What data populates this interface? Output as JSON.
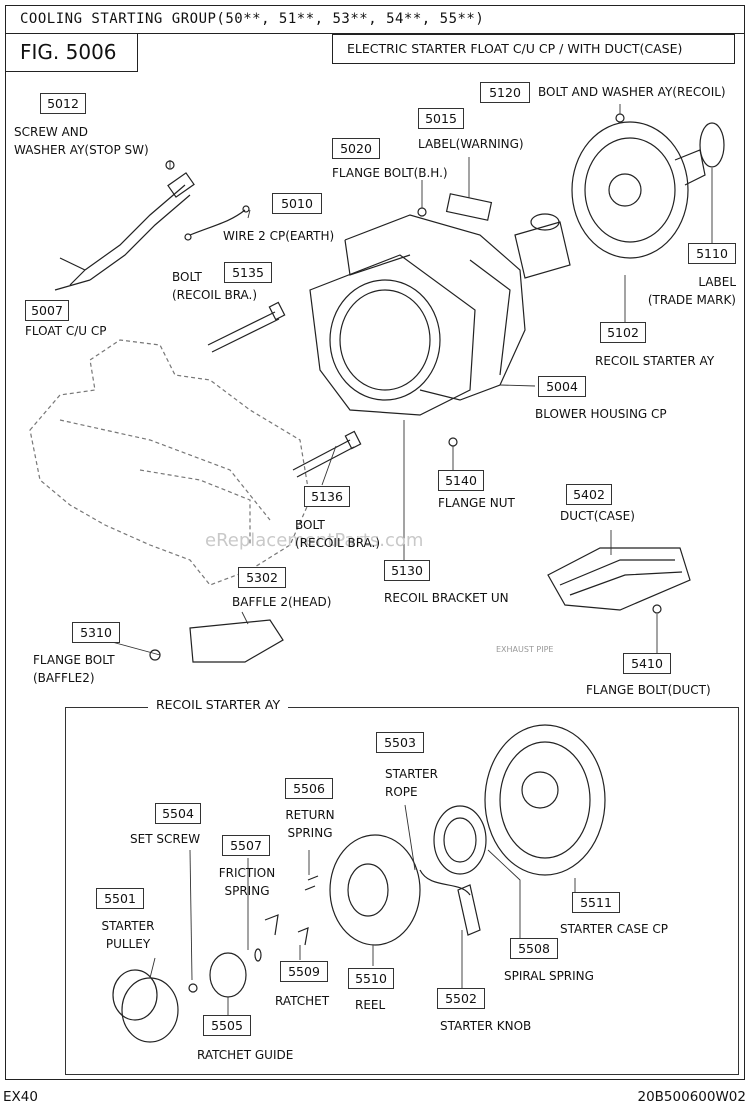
{
  "header": {
    "group_title": "COOLING STARTING GROUP(50**, 51**, 53**, 54**, 55**)",
    "fig_label": "FIG. 5006",
    "subtitle": "ELECTRIC STARTER FLOAT C/U CP / WITH DUCT(CASE)"
  },
  "parts": [
    {
      "number": "5012",
      "label": "SCREW AND\nWASHER AY(STOP SW)"
    },
    {
      "number": "5120",
      "label": "BOLT AND WASHER AY(RECOIL)"
    },
    {
      "number": "5015",
      "label": "LABEL(WARNING)"
    },
    {
      "number": "5020",
      "label": "FLANGE BOLT(B.H.)"
    },
    {
      "number": "5010",
      "label": "WIRE  2 CP(EARTH)"
    },
    {
      "number": "5110",
      "label": "LABEL\n(TRADE MARK)"
    },
    {
      "number": "5135",
      "label": "BOLT\n(RECOIL BRA.)"
    },
    {
      "number": "5007",
      "label": "FLOAT  C/U CP"
    },
    {
      "number": "5102",
      "label": "RECOIL STARTER AY"
    },
    {
      "number": "5004",
      "label": "BLOWER HOUSING CP"
    },
    {
      "number": "5140",
      "label": "FLANGE NUT"
    },
    {
      "number": "5136",
      "label": "BOLT\n(RECOIL BRA.)"
    },
    {
      "number": "5402",
      "label": "DUCT(CASE)"
    },
    {
      "number": "5302",
      "label": "BAFFLE 2(HEAD)"
    },
    {
      "number": "5130",
      "label": "RECOIL BRACKET UN"
    },
    {
      "number": "5310",
      "label": "FLANGE BOLT\n(BAFFLE2)"
    },
    {
      "number": "5410",
      "label": "FLANGE BOLT(DUCT)"
    }
  ],
  "exhaust_pipe_label": "EXHAUST PIPE",
  "watermark": "eReplacementParts.com",
  "recoil_section": {
    "title": "RECOIL STARTER AY",
    "parts": [
      {
        "number": "5503",
        "label": "STARTER\nROPE"
      },
      {
        "number": "5506",
        "label": "RETURN\nSPRING"
      },
      {
        "number": "5504",
        "label": "SET SCREW"
      },
      {
        "number": "5507",
        "label": "FRICTION\nSPRING"
      },
      {
        "number": "5501",
        "label": "STARTER\nPULLEY"
      },
      {
        "number": "5511",
        "label": "STARTER CASE CP"
      },
      {
        "number": "5508",
        "label": "SPIRAL SPRING"
      },
      {
        "number": "5509",
        "label": "RATCHET"
      },
      {
        "number": "5510",
        "label": "REEL"
      },
      {
        "number": "5502",
        "label": "STARTER KNOB"
      },
      {
        "number": "5505",
        "label": "RATCHET GUIDE"
      }
    ]
  },
  "footer": {
    "model": "EX40",
    "drawing_code": "20B500600W02"
  }
}
